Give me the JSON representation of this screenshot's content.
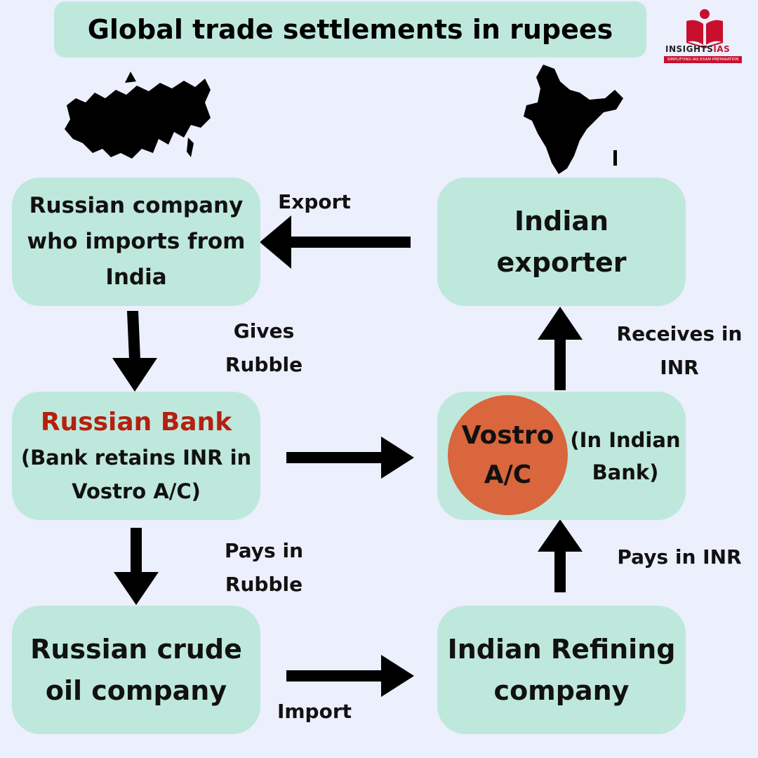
{
  "title": "Global trade settlements in rupees",
  "logo": {
    "name_part1": "INSIGHTS",
    "name_part2": "IAS",
    "tagline": "SIMPLIFYING IAS EXAM PREPARATION"
  },
  "boxes": {
    "russian_importer": {
      "lines": [
        "Russian company",
        "who imports from",
        "India"
      ]
    },
    "indian_exporter": {
      "lines": [
        "Indian",
        "exporter"
      ]
    },
    "russian_bank": {
      "heading": "Russian Bank",
      "lines": [
        "(Bank retains INR in",
        "Vostro A/C)"
      ]
    },
    "vostro": {
      "circle_lines": [
        "Vostro",
        "A/C"
      ],
      "note_lines": [
        "(In Indian",
        "Bank)"
      ]
    },
    "russian_crude": {
      "lines": [
        "Russian crude",
        "oil company"
      ]
    },
    "indian_refining": {
      "lines": [
        "Indian Refining",
        "company"
      ]
    }
  },
  "labels": {
    "export": "Export",
    "gives_rubble": [
      "Gives",
      "Rubble"
    ],
    "receives_inr": [
      "Receives in",
      "INR"
    ],
    "pays_rubble": [
      "Pays in",
      "Rubble"
    ],
    "pays_inr": "Pays in INR",
    "import": "Import"
  },
  "colors": {
    "background": "#eceffc",
    "box": "#bfe8dc",
    "accent_red": "#b5200f",
    "vostro_circle": "#d9663c",
    "arrow": "#000000"
  },
  "icons": [
    "russia-map-icon",
    "india-map-icon",
    "insightsias-logo-icon"
  ]
}
